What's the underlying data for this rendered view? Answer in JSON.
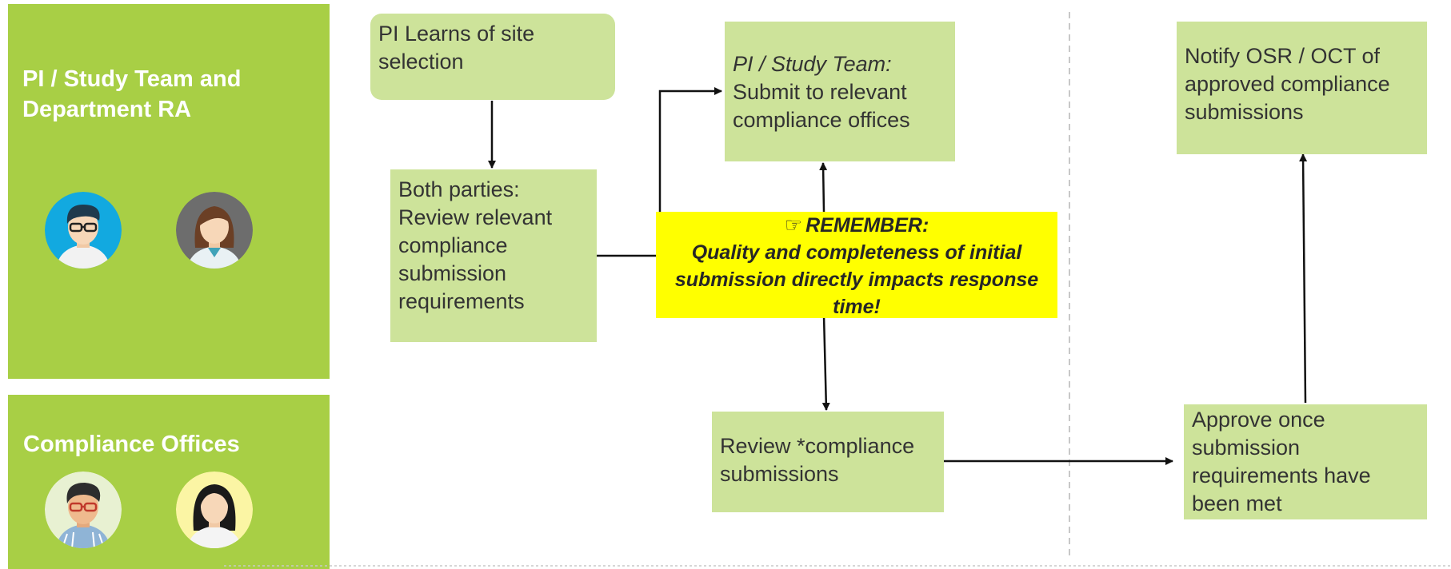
{
  "lanes": [
    {
      "title": "PI / Study Team and Department RA",
      "avatars": [
        "man-glasses-avatar-icon",
        "woman-avatar-icon"
      ]
    },
    {
      "title": "Compliance Offices",
      "avatars": [
        "man-glasses-avatar-icon",
        "woman-dark-hair-avatar-icon"
      ]
    }
  ],
  "steps": {
    "learn": "PI Learns of site selection",
    "review_requirements": {
      "lead": "Both parties:",
      "text": "Review relevant compliance submission requirements"
    },
    "submit": {
      "lead": "PI / Study Team:",
      "text": "Submit to relevant compliance offices"
    },
    "notify": "Notify OSR / OCT of approved compliance submissions",
    "review_submissions": "Review *compliance submissions",
    "approve": "Approve once submission requirements have been met"
  },
  "callout": {
    "icon": "pointing-hand-icon",
    "heading": "REMEMBER:",
    "body": "Quality and completeness of initial submission directly impacts response time!"
  },
  "colors": {
    "lane": "#a8cf45",
    "step": "#cde39a",
    "callout": "#ffff00"
  }
}
